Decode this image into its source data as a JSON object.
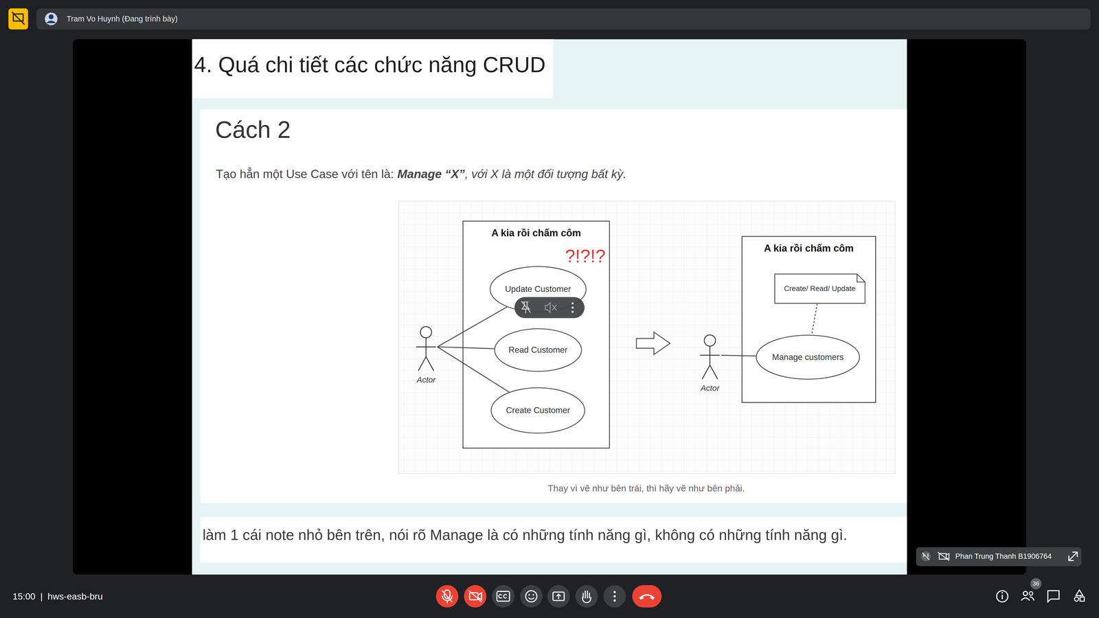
{
  "diagram": {
    "title": "4. Quá chi tiết các chức năng CRUD",
    "caption": "Thay vì vẽ như bên trái, thì hãy vẽ như bên phải.",
    "nodes": [
      {
        "text": [
          "Actor"
        ]
      },
      {
        "text": [
          "A kia rồi chấm côm"
        ]
      },
      {
        "text": [
          "Update Customer"
        ],
        "in": 1
      },
      {
        "text": [
          "Read Customer"
        ],
        "in": 1
      },
      {
        "text": [
          "Create Customer"
        ],
        "in": 1
      },
      {
        "text": [
          "Actor"
        ]
      },
      {
        "text": [
          "A kia rồi chấm côm"
        ]
      },
      {
        "text": [
          "Create/ Read/ Update"
        ],
        "in": 6
      },
      {
        "text": [
          "Manage customers"
        ],
        "in": 6
      }
    ],
    "edges": [
      {
        "from": 0,
        "to": 2,
        "arrow": "none"
      },
      {
        "from": 0,
        "to": 3,
        "arrow": "none"
      },
      {
        "from": 0,
        "to": 4,
        "arrow": "none"
      },
      {
        "from": 5,
        "to": 8,
        "arrow": "none"
      },
      {
        "from": 7,
        "to": 8,
        "arrow": "none"
      }
    ],
    "labels": [
      "Tram Vo Huynh (Đang trình bày)",
      "Cách 2",
      "Tạo hẳn một Use Case với tên là:",
      "Manage “X”",
      ", với X là một đối tượng bất kỳ.",
      "?!?!?",
      "làm 1 cái note nhỏ bên trên, nói rõ Manage là có những tính năng gì, không có những tính năng gì.",
      "Phan Trung Thanh B1906764",
      "15:00",
      "|",
      "hws-easb-bru",
      "36"
    ]
  }
}
